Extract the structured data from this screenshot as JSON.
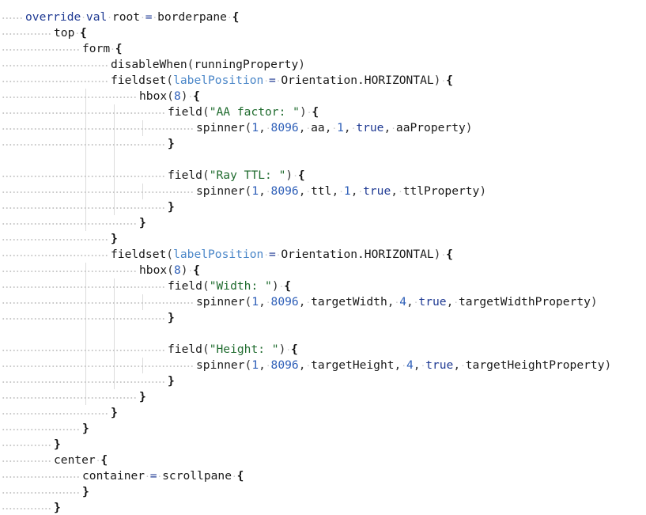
{
  "editor": {
    "lines": [
      {
        "indent": 0,
        "tokens": [
          {
            "t": "override",
            "k": "keyword"
          },
          {
            "t": " ",
            "k": "ws"
          },
          {
            "t": "val",
            "k": "keyword"
          },
          {
            "t": " ",
            "k": "ws"
          },
          {
            "t": "root",
            "k": "ident"
          },
          {
            "t": " ",
            "k": "ws"
          },
          {
            "t": "=",
            "k": "op"
          },
          {
            "t": " ",
            "k": "ws"
          },
          {
            "t": "borderpane",
            "k": "ident"
          },
          {
            "t": " ",
            "k": "ws"
          },
          {
            "t": "{",
            "k": "brace"
          }
        ]
      },
      {
        "indent": 1,
        "tokens": [
          {
            "t": "top",
            "k": "ident"
          },
          {
            "t": " ",
            "k": "ws"
          },
          {
            "t": "{",
            "k": "brace"
          }
        ]
      },
      {
        "indent": 2,
        "tokens": [
          {
            "t": "form",
            "k": "ident"
          },
          {
            "t": " ",
            "k": "ws"
          },
          {
            "t": "{",
            "k": "brace"
          }
        ]
      },
      {
        "indent": 3,
        "tokens": [
          {
            "t": "disableWhen",
            "k": "ident"
          },
          {
            "t": "(",
            "k": "paren"
          },
          {
            "t": "runningProperty",
            "k": "ident"
          },
          {
            "t": ")",
            "k": "paren"
          }
        ]
      },
      {
        "indent": 3,
        "tokens": [
          {
            "t": "fieldset",
            "k": "ident"
          },
          {
            "t": "(",
            "k": "paren"
          },
          {
            "t": "labelPosition",
            "k": "named-arg"
          },
          {
            "t": " ",
            "k": "ws"
          },
          {
            "t": "=",
            "k": "op"
          },
          {
            "t": " ",
            "k": "ws"
          },
          {
            "t": "Orientation.HORIZONTAL",
            "k": "ident"
          },
          {
            "t": ")",
            "k": "paren"
          },
          {
            "t": " ",
            "k": "ws"
          },
          {
            "t": "{",
            "k": "brace"
          }
        ]
      },
      {
        "indent": 4,
        "tokens": [
          {
            "t": "hbox",
            "k": "ident"
          },
          {
            "t": "(",
            "k": "paren"
          },
          {
            "t": "8",
            "k": "num"
          },
          {
            "t": ")",
            "k": "paren"
          },
          {
            "t": " ",
            "k": "ws"
          },
          {
            "t": "{",
            "k": "brace"
          }
        ]
      },
      {
        "indent": 5,
        "tokens": [
          {
            "t": "field",
            "k": "ident"
          },
          {
            "t": "(",
            "k": "paren"
          },
          {
            "t": "\"AA factor: \"",
            "k": "str"
          },
          {
            "t": ")",
            "k": "paren"
          },
          {
            "t": " ",
            "k": "ws"
          },
          {
            "t": "{",
            "k": "brace"
          }
        ]
      },
      {
        "indent": 6,
        "tokens": [
          {
            "t": "spinner",
            "k": "ident"
          },
          {
            "t": "(",
            "k": "paren"
          },
          {
            "t": "1",
            "k": "num"
          },
          {
            "t": ",",
            "k": "punct"
          },
          {
            "t": " ",
            "k": "ws"
          },
          {
            "t": "8096",
            "k": "num"
          },
          {
            "t": ",",
            "k": "punct"
          },
          {
            "t": " ",
            "k": "ws"
          },
          {
            "t": "aa",
            "k": "ident"
          },
          {
            "t": ",",
            "k": "punct"
          },
          {
            "t": " ",
            "k": "ws"
          },
          {
            "t": "1",
            "k": "num"
          },
          {
            "t": ",",
            "k": "punct"
          },
          {
            "t": " ",
            "k": "ws"
          },
          {
            "t": "true",
            "k": "bool"
          },
          {
            "t": ",",
            "k": "punct"
          },
          {
            "t": " ",
            "k": "ws"
          },
          {
            "t": "aaProperty",
            "k": "ident"
          },
          {
            "t": ")",
            "k": "paren"
          }
        ]
      },
      {
        "indent": 5,
        "tokens": [
          {
            "t": "}",
            "k": "brace"
          }
        ]
      },
      {
        "indent": 0,
        "tokens": []
      },
      {
        "indent": 5,
        "tokens": [
          {
            "t": "field",
            "k": "ident"
          },
          {
            "t": "(",
            "k": "paren"
          },
          {
            "t": "\"Ray TTL: \"",
            "k": "str"
          },
          {
            "t": ")",
            "k": "paren"
          },
          {
            "t": " ",
            "k": "ws"
          },
          {
            "t": "{",
            "k": "brace"
          }
        ]
      },
      {
        "indent": 6,
        "tokens": [
          {
            "t": "spinner",
            "k": "ident"
          },
          {
            "t": "(",
            "k": "paren"
          },
          {
            "t": "1",
            "k": "num"
          },
          {
            "t": ",",
            "k": "punct"
          },
          {
            "t": " ",
            "k": "ws"
          },
          {
            "t": "8096",
            "k": "num"
          },
          {
            "t": ",",
            "k": "punct"
          },
          {
            "t": " ",
            "k": "ws"
          },
          {
            "t": "ttl",
            "k": "ident"
          },
          {
            "t": ",",
            "k": "punct"
          },
          {
            "t": " ",
            "k": "ws"
          },
          {
            "t": "1",
            "k": "num"
          },
          {
            "t": ",",
            "k": "punct"
          },
          {
            "t": " ",
            "k": "ws"
          },
          {
            "t": "true",
            "k": "bool"
          },
          {
            "t": ",",
            "k": "punct"
          },
          {
            "t": " ",
            "k": "ws"
          },
          {
            "t": "ttlProperty",
            "k": "ident"
          },
          {
            "t": ")",
            "k": "paren"
          }
        ]
      },
      {
        "indent": 5,
        "tokens": [
          {
            "t": "}",
            "k": "brace"
          }
        ]
      },
      {
        "indent": 4,
        "tokens": [
          {
            "t": "}",
            "k": "brace"
          }
        ]
      },
      {
        "indent": 3,
        "tokens": [
          {
            "t": "}",
            "k": "brace"
          }
        ]
      },
      {
        "indent": 3,
        "tokens": [
          {
            "t": "fieldset",
            "k": "ident"
          },
          {
            "t": "(",
            "k": "paren"
          },
          {
            "t": "labelPosition",
            "k": "named-arg"
          },
          {
            "t": " ",
            "k": "ws"
          },
          {
            "t": "=",
            "k": "op"
          },
          {
            "t": " ",
            "k": "ws"
          },
          {
            "t": "Orientation.HORIZONTAL",
            "k": "ident"
          },
          {
            "t": ")",
            "k": "paren"
          },
          {
            "t": " ",
            "k": "ws"
          },
          {
            "t": "{",
            "k": "brace"
          }
        ]
      },
      {
        "indent": 4,
        "tokens": [
          {
            "t": "hbox",
            "k": "ident"
          },
          {
            "t": "(",
            "k": "paren"
          },
          {
            "t": "8",
            "k": "num"
          },
          {
            "t": ")",
            "k": "paren"
          },
          {
            "t": " ",
            "k": "ws"
          },
          {
            "t": "{",
            "k": "brace"
          }
        ]
      },
      {
        "indent": 5,
        "tokens": [
          {
            "t": "field",
            "k": "ident"
          },
          {
            "t": "(",
            "k": "paren"
          },
          {
            "t": "\"Width: \"",
            "k": "str"
          },
          {
            "t": ")",
            "k": "paren"
          },
          {
            "t": " ",
            "k": "ws"
          },
          {
            "t": "{",
            "k": "brace"
          }
        ]
      },
      {
        "indent": 6,
        "tokens": [
          {
            "t": "spinner",
            "k": "ident"
          },
          {
            "t": "(",
            "k": "paren"
          },
          {
            "t": "1",
            "k": "num"
          },
          {
            "t": ",",
            "k": "punct"
          },
          {
            "t": " ",
            "k": "ws"
          },
          {
            "t": "8096",
            "k": "num"
          },
          {
            "t": ",",
            "k": "punct"
          },
          {
            "t": " ",
            "k": "ws"
          },
          {
            "t": "targetWidth",
            "k": "ident"
          },
          {
            "t": ",",
            "k": "punct"
          },
          {
            "t": " ",
            "k": "ws"
          },
          {
            "t": "4",
            "k": "num"
          },
          {
            "t": ",",
            "k": "punct"
          },
          {
            "t": " ",
            "k": "ws"
          },
          {
            "t": "true",
            "k": "bool"
          },
          {
            "t": ",",
            "k": "punct"
          },
          {
            "t": " ",
            "k": "ws"
          },
          {
            "t": "targetWidthProperty",
            "k": "ident"
          },
          {
            "t": ")",
            "k": "paren"
          }
        ]
      },
      {
        "indent": 5,
        "tokens": [
          {
            "t": "}",
            "k": "brace"
          }
        ]
      },
      {
        "indent": 0,
        "tokens": []
      },
      {
        "indent": 5,
        "tokens": [
          {
            "t": "field",
            "k": "ident"
          },
          {
            "t": "(",
            "k": "paren"
          },
          {
            "t": "\"Height: \"",
            "k": "str"
          },
          {
            "t": ")",
            "k": "paren"
          },
          {
            "t": " ",
            "k": "ws"
          },
          {
            "t": "{",
            "k": "brace"
          }
        ]
      },
      {
        "indent": 6,
        "tokens": [
          {
            "t": "spinner",
            "k": "ident"
          },
          {
            "t": "(",
            "k": "paren"
          },
          {
            "t": "1",
            "k": "num"
          },
          {
            "t": ",",
            "k": "punct"
          },
          {
            "t": " ",
            "k": "ws"
          },
          {
            "t": "8096",
            "k": "num"
          },
          {
            "t": ",",
            "k": "punct"
          },
          {
            "t": " ",
            "k": "ws"
          },
          {
            "t": "targetHeight",
            "k": "ident"
          },
          {
            "t": ",",
            "k": "punct"
          },
          {
            "t": " ",
            "k": "ws"
          },
          {
            "t": "4",
            "k": "num"
          },
          {
            "t": ",",
            "k": "punct"
          },
          {
            "t": " ",
            "k": "ws"
          },
          {
            "t": "true",
            "k": "bool"
          },
          {
            "t": ",",
            "k": "punct"
          },
          {
            "t": " ",
            "k": "ws"
          },
          {
            "t": "targetHeightProperty",
            "k": "ident"
          },
          {
            "t": ")",
            "k": "paren"
          }
        ]
      },
      {
        "indent": 5,
        "tokens": [
          {
            "t": "}",
            "k": "brace"
          }
        ]
      },
      {
        "indent": 4,
        "tokens": [
          {
            "t": "}",
            "k": "brace"
          }
        ]
      },
      {
        "indent": 3,
        "tokens": [
          {
            "t": "}",
            "k": "brace"
          }
        ]
      },
      {
        "indent": 2,
        "tokens": [
          {
            "t": "}",
            "k": "brace"
          }
        ]
      },
      {
        "indent": 1,
        "tokens": [
          {
            "t": "}",
            "k": "brace"
          }
        ]
      },
      {
        "indent": 1,
        "tokens": [
          {
            "t": "center",
            "k": "ident"
          },
          {
            "t": " ",
            "k": "ws"
          },
          {
            "t": "{",
            "k": "brace"
          }
        ]
      },
      {
        "indent": 2,
        "tokens": [
          {
            "t": "container",
            "k": "ident"
          },
          {
            "t": " ",
            "k": "ws"
          },
          {
            "t": "=",
            "k": "op"
          },
          {
            "t": " ",
            "k": "ws"
          },
          {
            "t": "scrollpane",
            "k": "ident"
          },
          {
            "t": " ",
            "k": "ws"
          },
          {
            "t": "{",
            "k": "brace"
          }
        ]
      },
      {
        "indent": 2,
        "tokens": [
          {
            "t": "}",
            "k": "brace"
          }
        ]
      },
      {
        "indent": 1,
        "tokens": [
          {
            "t": "}",
            "k": "brace"
          }
        ]
      }
    ]
  }
}
